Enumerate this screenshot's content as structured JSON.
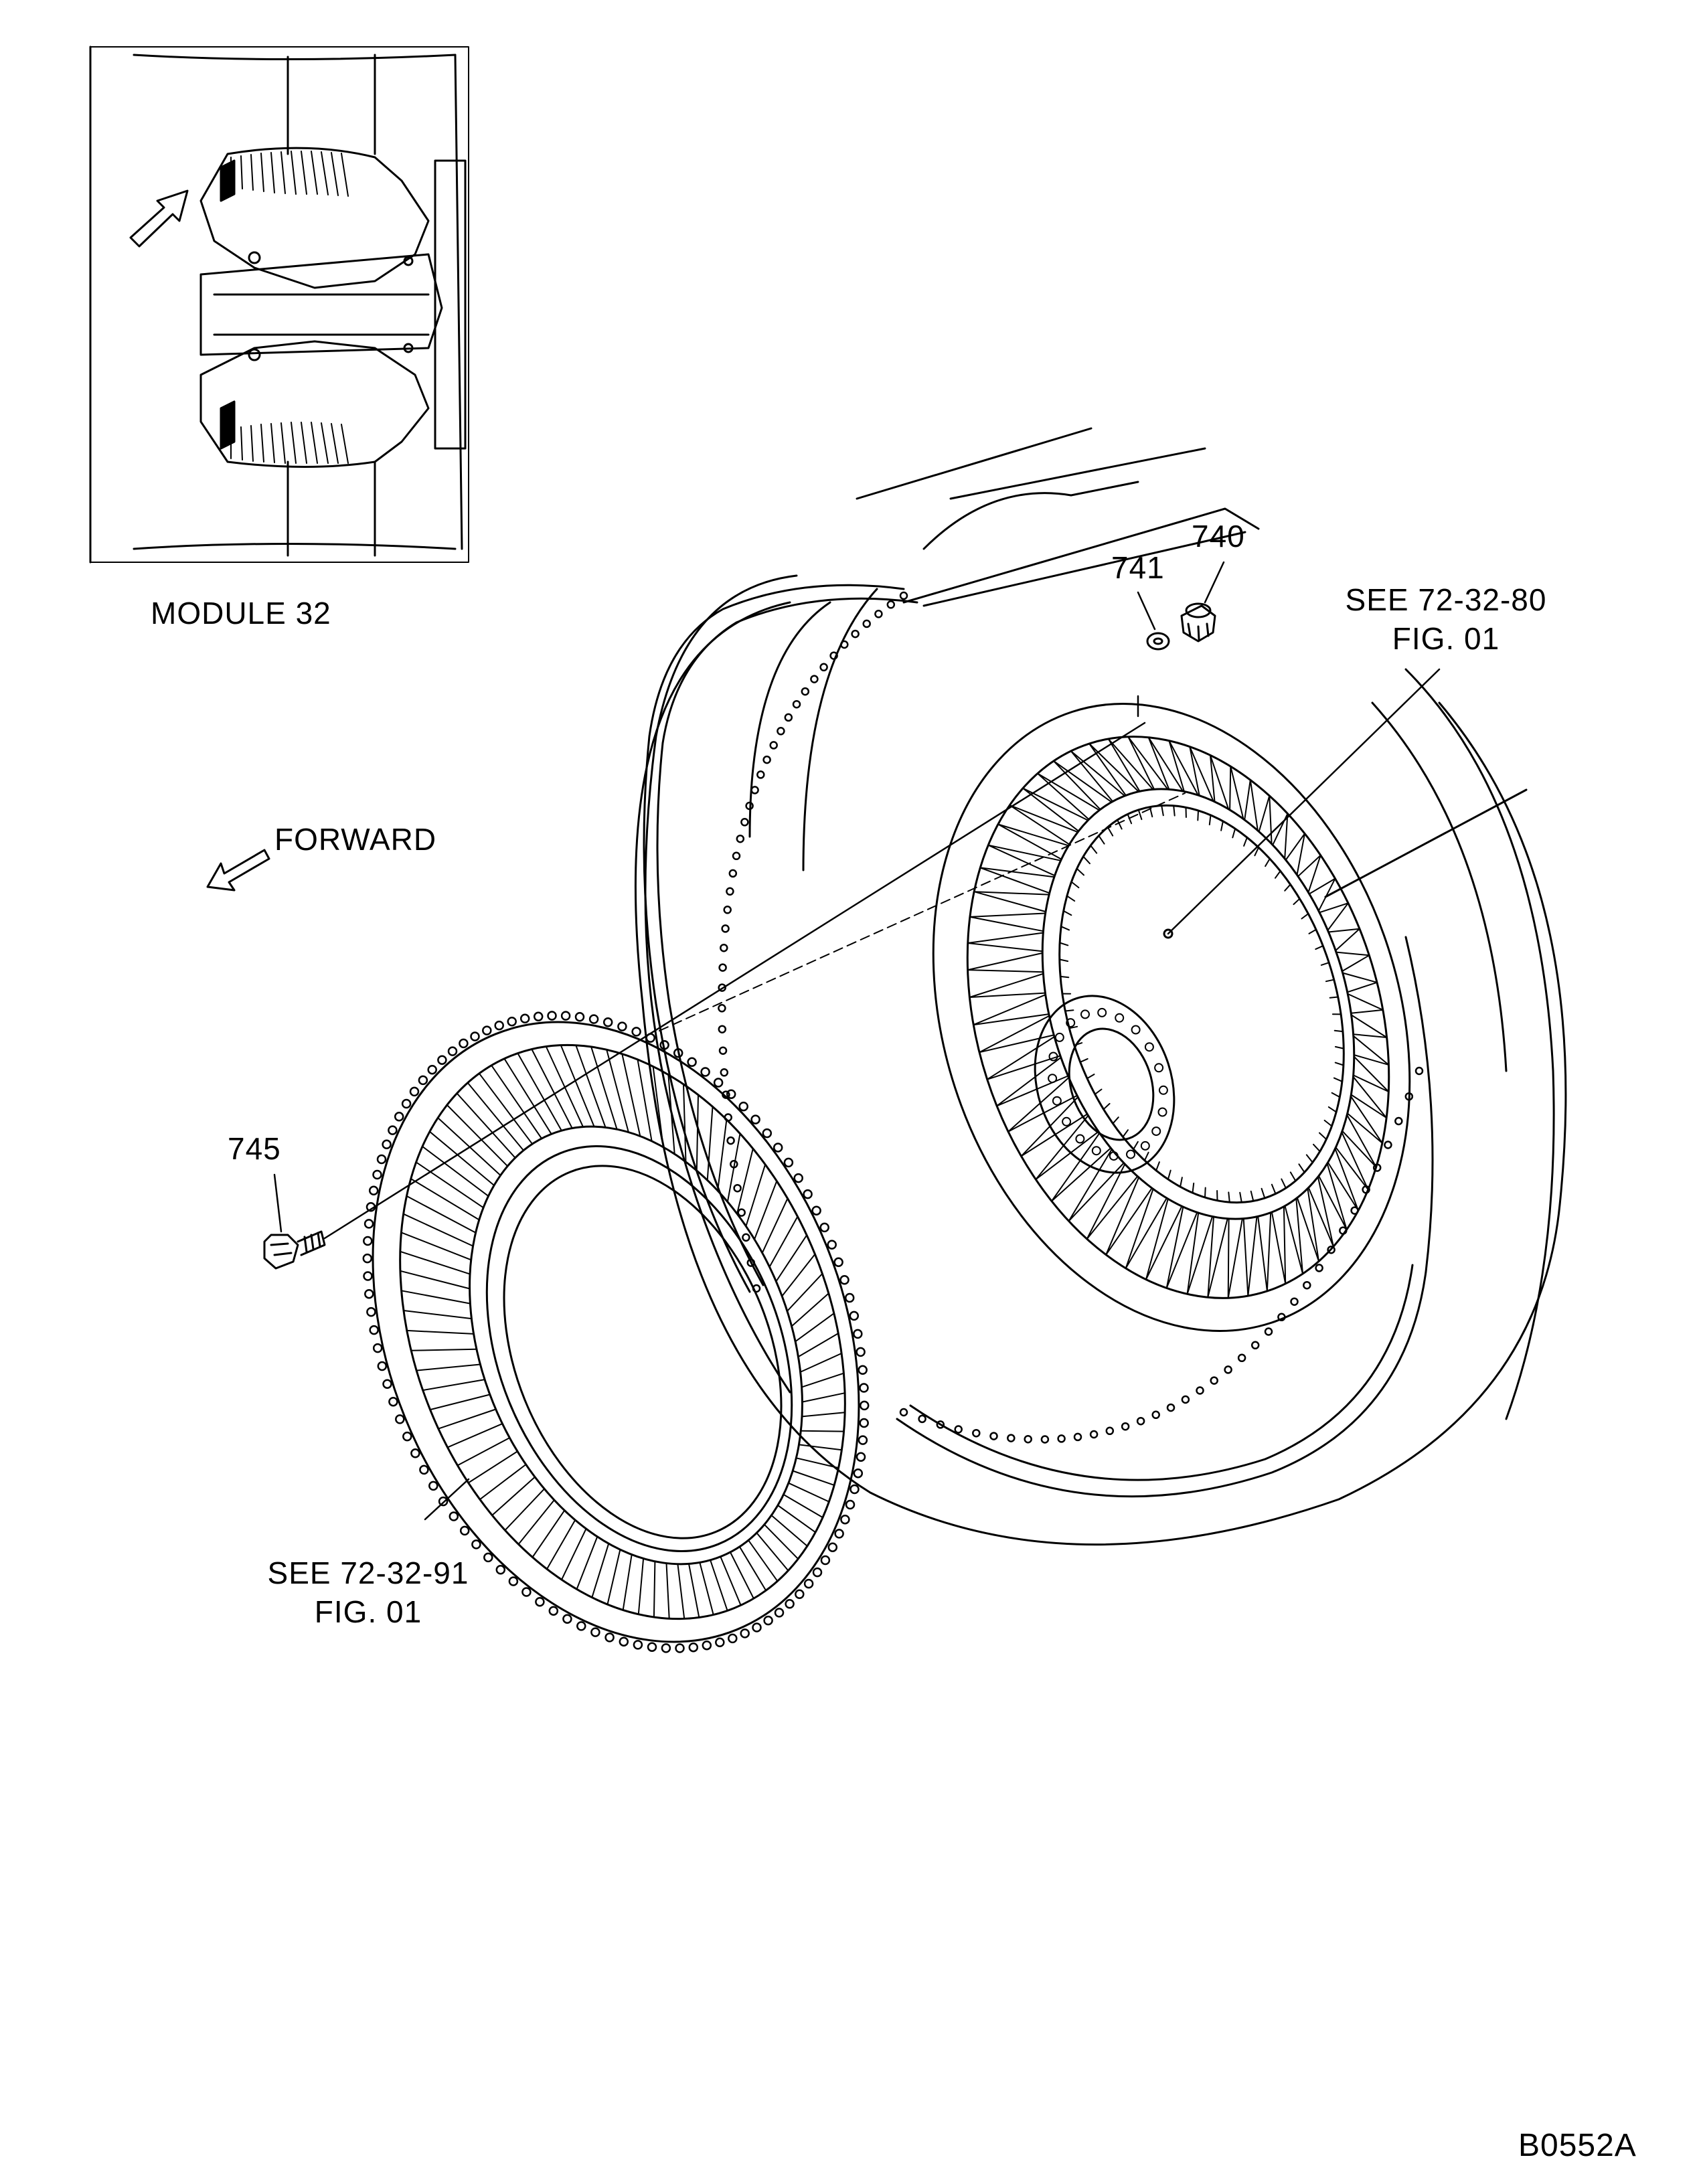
{
  "inset": {
    "caption": "MODULE 32"
  },
  "direction": {
    "label": "FORWARD"
  },
  "callouts": {
    "p740": "740",
    "p741": "741",
    "p745": "745"
  },
  "references": {
    "upper": {
      "line1": "SEE  72-32-80",
      "line2": "FIG. 01"
    },
    "lower": {
      "line1": "SEE  72-32-91",
      "line2": "FIG. 01"
    }
  },
  "figure_id": "B0552A"
}
